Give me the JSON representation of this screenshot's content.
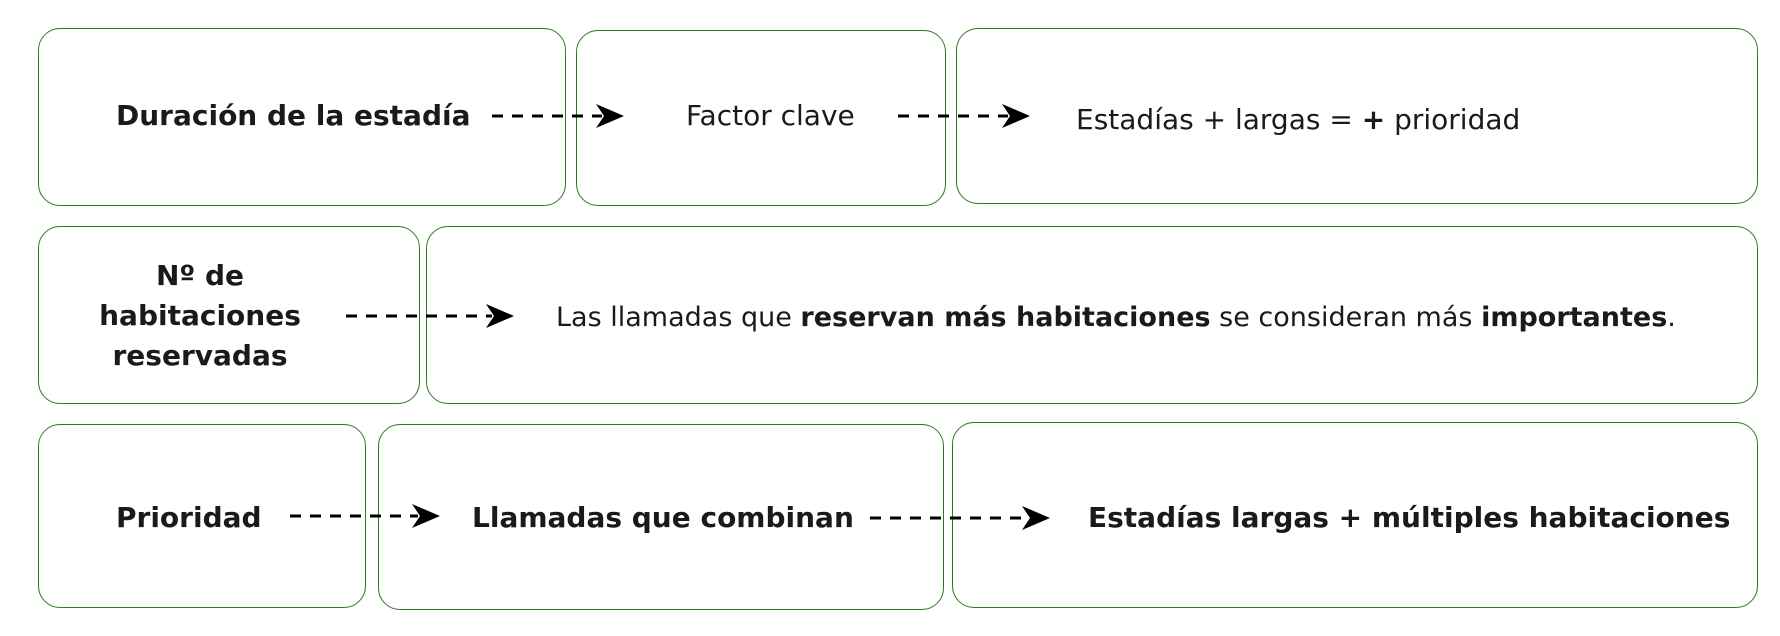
{
  "row1": {
    "c1": "Duración de la estadía",
    "c2": "Factor clave",
    "c3_part1": "Estadías + largas = ",
    "c3_bold": "+",
    "c3_part2": " prioridad"
  },
  "row2": {
    "c1_line1": "Nº de",
    "c1_line2": "habitaciones",
    "c1_line3": "reservadas",
    "c2_part1": "Las llamadas que ",
    "c2_bold1": "reservan más habitaciones",
    "c2_part2": " se consideran más ",
    "c2_bold2": "importantes",
    "c2_part3": "."
  },
  "row3": {
    "c1": "Prioridad",
    "c2": "Llamadas que combinan",
    "c3": "Estadías largas + múltiples habitaciones"
  },
  "colors": {
    "border": "#2c7a1e",
    "text": "#1a1a1a"
  },
  "icons": [
    "dashed-arrow-icon"
  ]
}
